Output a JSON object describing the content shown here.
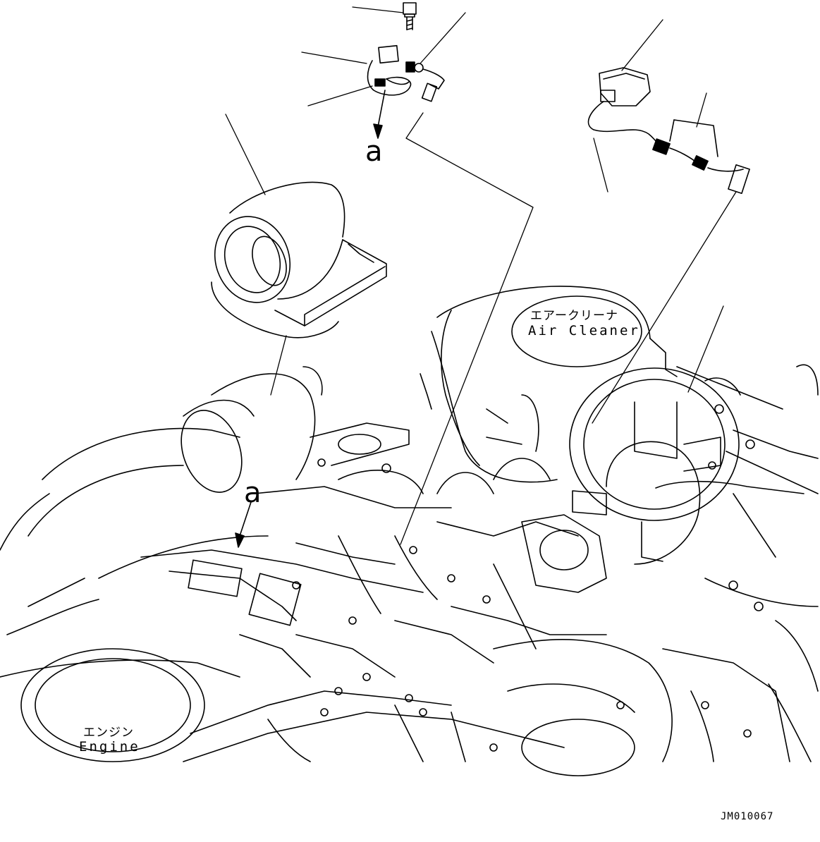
{
  "labels": {
    "air_cleaner_jp": "エアークリーナ",
    "air_cleaner_en": "Air Cleaner",
    "engine_jp": "エンジン",
    "engine_en": "Engine",
    "callout_top": "a",
    "callout_mid": "a",
    "drawing_code": "JM010067"
  }
}
